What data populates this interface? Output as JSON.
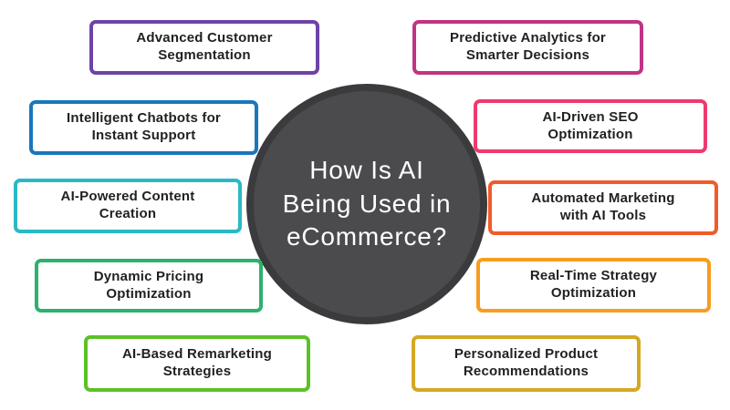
{
  "canvas": {
    "background_color": "#ffffff"
  },
  "center": {
    "line1": "How Is AI",
    "line2": "Being Used in",
    "line3": "eCommerce?",
    "full_title": "How Is AI Being Used in eCommerce?",
    "fill_color": "#4b4b4d",
    "ring_color": "#3b3b3d",
    "text_color": "#ffffff"
  },
  "boxes": [
    {
      "id": "advanced-customer-segmentation",
      "line1": "Advanced Customer",
      "line2": "Segmentation",
      "label": "Advanced Customer Segmentation",
      "color": "#6d43a6",
      "side": "left"
    },
    {
      "id": "intelligent-chatbots",
      "line1": "Intelligent Chatbots for",
      "line2": "Instant Support",
      "label": "Intelligent Chatbots for Instant Support",
      "color": "#1877bd",
      "side": "left"
    },
    {
      "id": "ai-powered-content-creation",
      "line1": "AI-Powered Content",
      "line2": "Creation",
      "label": "AI-Powered Content Creation",
      "color": "#2bb8c5",
      "side": "left"
    },
    {
      "id": "dynamic-pricing-optimization",
      "line1": "Dynamic Pricing",
      "line2": "Optimization",
      "label": "Dynamic Pricing Optimization",
      "color": "#2db16e",
      "side": "left"
    },
    {
      "id": "ai-based-remarketing",
      "line1": "AI-Based Remarketing",
      "line2": "Strategies",
      "label": "AI-Based Remarketing Strategies",
      "color": "#5cc127",
      "side": "left"
    },
    {
      "id": "predictive-analytics",
      "line1": "Predictive Analytics for",
      "line2": "Smarter Decisions",
      "label": "Predictive Analytics for Smarter Decisions",
      "color": "#c03484",
      "side": "right"
    },
    {
      "id": "ai-driven-seo",
      "line1": "AI-Driven SEO",
      "line2": "Optimization",
      "label": "AI-Driven SEO Optimization",
      "color": "#ee3a6f",
      "side": "right"
    },
    {
      "id": "automated-marketing",
      "line1": "Automated Marketing",
      "line2": "with AI Tools",
      "label": "Automated Marketing with AI Tools",
      "color": "#f15b2b",
      "side": "right"
    },
    {
      "id": "real-time-strategy",
      "line1": "Real-Time Strategy",
      "line2": "Optimization",
      "label": "Real-Time Strategy Optimization",
      "color": "#f89d1e",
      "side": "right"
    },
    {
      "id": "personalized-product-recommendations",
      "line1": "Personalized Product",
      "line2": "Recommendations",
      "label": "Personalized Product Recommendations",
      "color": "#d3a922",
      "side": "right"
    }
  ]
}
